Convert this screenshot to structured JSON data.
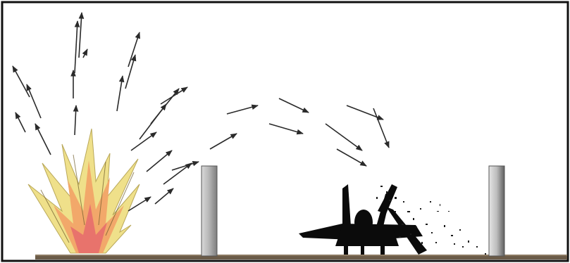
{
  "figure": {
    "type": "blast-fragment-trajectory-illustration",
    "elements": [
      "explosion",
      "fragment-arrows",
      "concrete-wall-left",
      "fighter-jet",
      "concrete-wall-right",
      "ground"
    ],
    "colors": {
      "frame": "#111111",
      "explosion_outer": "#efe08a",
      "explosion_inner": "#f2a86a",
      "explosion_core": "#e8736c",
      "wall": "#a9a9a9",
      "aircraft": "#0b0b0b",
      "ground": "#6b5b48",
      "arrows": "#2a2a2a"
    }
  }
}
